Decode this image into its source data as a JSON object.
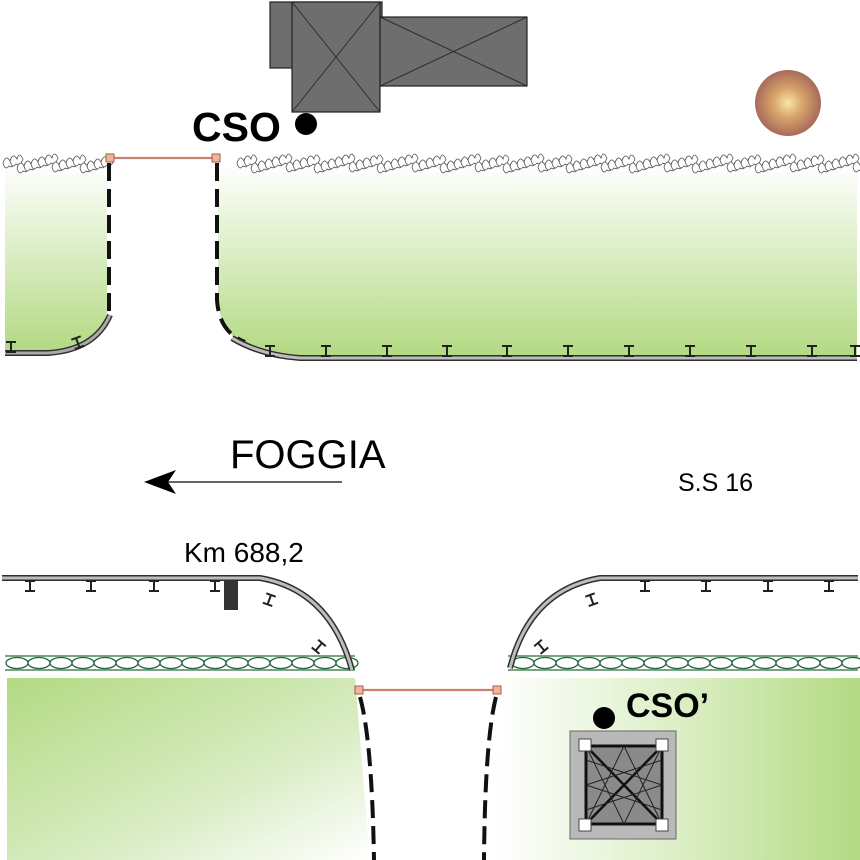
{
  "labels": {
    "cso_north": "CSO",
    "cso_south": "CSO’",
    "direction": "FOGGIA",
    "road": "S.S 16",
    "km_marker": "Km 688,2"
  },
  "icons": {
    "building": "building-icon",
    "sun": "sun-icon",
    "tower": "tower-icon",
    "arrow": "arrow-left-icon"
  },
  "colors": {
    "field_green": "#b6db86",
    "guardrail": "#555555",
    "building": "#6e6e6e",
    "gate": "#e49b85",
    "culvert_dash": "#111111"
  }
}
